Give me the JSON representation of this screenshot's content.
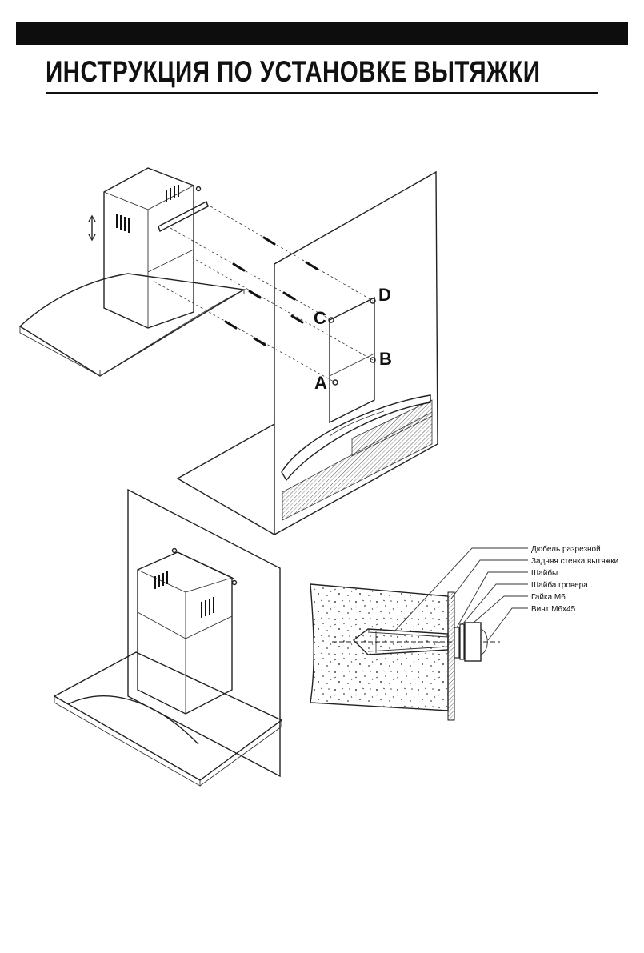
{
  "document": {
    "title": "ИНСТРУКЦИЯ ПО УСТАНОВКЕ ВЫТЯЖКИ"
  },
  "figure_1": {
    "points": [
      "A",
      "B",
      "C",
      "D"
    ]
  },
  "detail": {
    "parts": [
      "Дюбель разрезной",
      "Задняя стенка вытяжки",
      "Шайбы",
      "Шайба гровера",
      "Гайка М6",
      "Винт М6х45"
    ]
  }
}
